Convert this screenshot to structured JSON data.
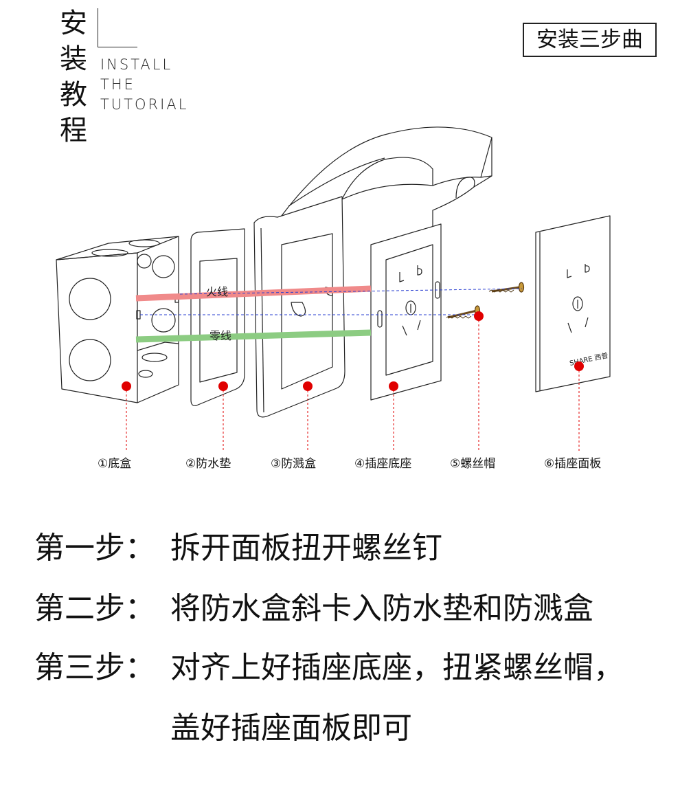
{
  "title": {
    "chars": [
      "安",
      "装",
      "教",
      "程"
    ],
    "english": [
      "INSTALL",
      "THE",
      "TUTORIAL"
    ]
  },
  "badge": "安装三步曲",
  "wires": {
    "live": "火线",
    "neutral": "零线"
  },
  "brand_text": "SHARE 西普",
  "colors": {
    "live_wire": "#f08a8a",
    "neutral_wire": "#8ccc82",
    "marker": "#e00000",
    "guide_blue": "#2a3fd1"
  },
  "parts": [
    {
      "label": "①底盒"
    },
    {
      "label": "②防水垫"
    },
    {
      "label": "③防溅盒"
    },
    {
      "label": "④插座底座"
    },
    {
      "label": "⑤螺丝帽"
    },
    {
      "label": "⑥插座面板"
    }
  ],
  "steps": [
    {
      "label": "第一步：",
      "text": "拆开面板扭开螺丝钉"
    },
    {
      "label": "第二步：",
      "text": "将防水盒斜卡入防水垫和防溅盒"
    },
    {
      "label": "第三步：",
      "text": "对齐上好插座底座，扭紧螺丝帽，"
    }
  ],
  "step3_continued": "盖好插座面板即可"
}
